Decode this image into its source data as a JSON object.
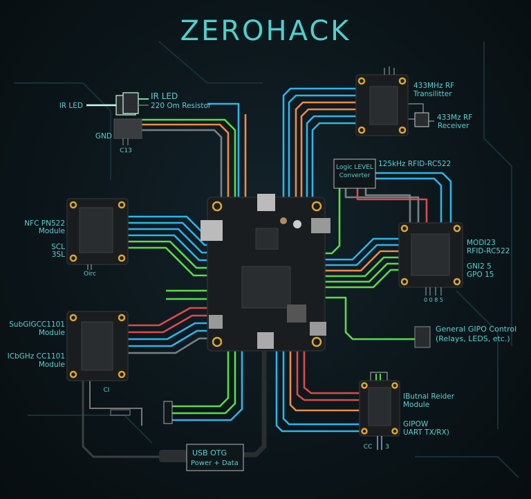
{
  "title": "ZEROHACK",
  "colors": {
    "background": "#0b1519",
    "title": "#4fd0cc",
    "wire_blue": "#2fb4ea",
    "wire_orange": "#f08a4a",
    "wire_green": "#5cdb4a",
    "wire_red": "#e04a4a",
    "pad_ring": "#e0a72c"
  },
  "ir": {
    "left_label": "IR LED",
    "right_label": "IR LED",
    "resistor_label": "220 Om Resistor",
    "gnd_label": "GND",
    "cap_label": "C13"
  },
  "rf_tx": {
    "line1": "433MHz RF",
    "line2": "Transilitter"
  },
  "rf_rx": {
    "line1": "433Mz RF",
    "line2": "Receiver"
  },
  "logic": {
    "line1": "Logic LEVEL",
    "line2": "Converter",
    "rfid125": "125kHz RFID-RC522"
  },
  "rfid": {
    "line1": "MODI23",
    "line2": "RFID-RC522",
    "line3": "GNI2 5",
    "line4": "GPO 15",
    "pins": "0 0 8 5"
  },
  "gpio": {
    "line1": "General GIPO Control",
    "line2": "(Relays, LEDS, etc.)"
  },
  "nfc": {
    "line1": "NFC PN522",
    "line2": "Module",
    "line3": "SCL",
    "line4": "3SL",
    "bottom": "Oirc"
  },
  "cc1101": {
    "line1": "SubGIGCC1101",
    "line2": "Module",
    "line3": "ICbGHz CC1101",
    "line4": "Module",
    "bottom": "CI"
  },
  "ibutton": {
    "line1": "IButnal Reider",
    "line2": "Module",
    "line3": "GIPOW",
    "line4": "UART TX/RX)",
    "pin_a": "CC",
    "pin_b": "3"
  },
  "usb": {
    "line1": "USB OTG",
    "line2": "Power + Data"
  }
}
